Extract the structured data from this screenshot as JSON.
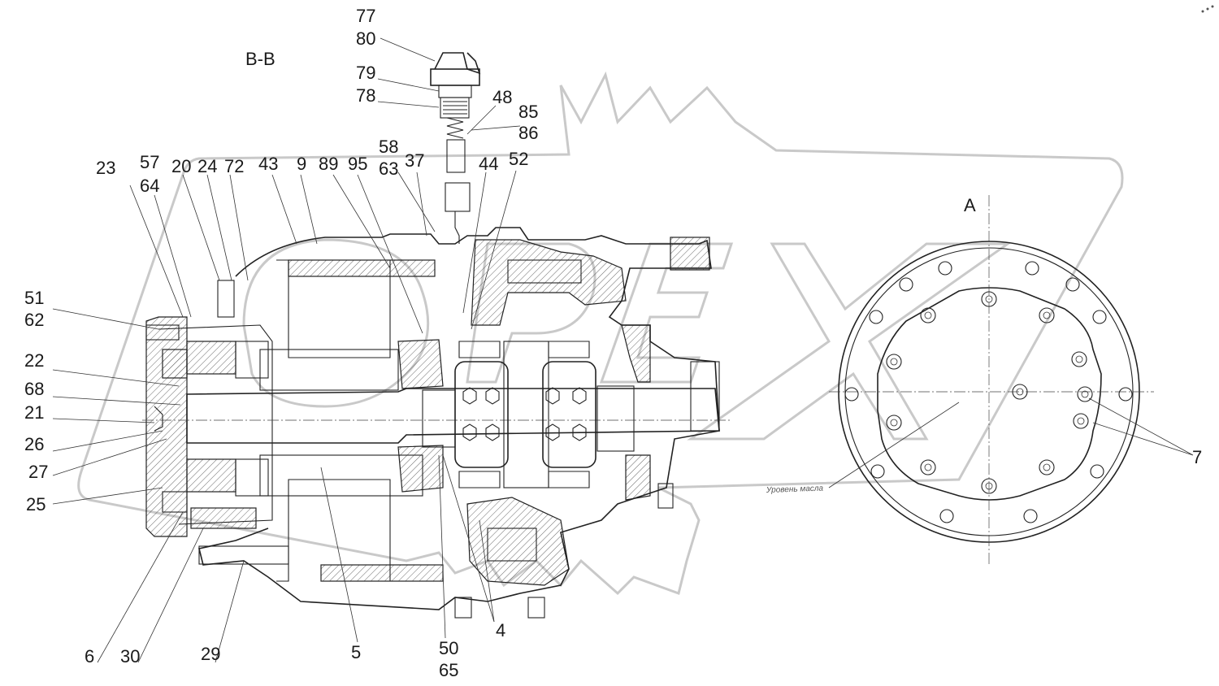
{
  "section_label": "B-B",
  "view_label": "A",
  "oil_level_text": "Уровень масла",
  "watermark_text": "ОРЕХ",
  "callouts": [
    {
      "id": "c77",
      "text": "77"
    },
    {
      "id": "c80",
      "text": "80"
    },
    {
      "id": "c79",
      "text": "79"
    },
    {
      "id": "c78",
      "text": "78"
    },
    {
      "id": "c48",
      "text": "48"
    },
    {
      "id": "c85",
      "text": "85"
    },
    {
      "id": "c86",
      "text": "86"
    },
    {
      "id": "c58",
      "text": "58"
    },
    {
      "id": "c63",
      "text": "63"
    },
    {
      "id": "c37",
      "text": "37"
    },
    {
      "id": "c44",
      "text": "44"
    },
    {
      "id": "c52",
      "text": "52"
    },
    {
      "id": "c23",
      "text": "23"
    },
    {
      "id": "c57",
      "text": "57"
    },
    {
      "id": "c64",
      "text": "64"
    },
    {
      "id": "c20",
      "text": "20"
    },
    {
      "id": "c24",
      "text": "24"
    },
    {
      "id": "c72",
      "text": "72"
    },
    {
      "id": "c43",
      "text": "43"
    },
    {
      "id": "c9",
      "text": "9"
    },
    {
      "id": "c89",
      "text": "89"
    },
    {
      "id": "c95",
      "text": "95"
    },
    {
      "id": "c51",
      "text": "51"
    },
    {
      "id": "c62",
      "text": "62"
    },
    {
      "id": "c22",
      "text": "22"
    },
    {
      "id": "c68",
      "text": "68"
    },
    {
      "id": "c21",
      "text": "21"
    },
    {
      "id": "c26",
      "text": "26"
    },
    {
      "id": "c27",
      "text": "27"
    },
    {
      "id": "c25",
      "text": "25"
    },
    {
      "id": "c6",
      "text": "6"
    },
    {
      "id": "c30",
      "text": "30"
    },
    {
      "id": "c29",
      "text": "29"
    },
    {
      "id": "c5",
      "text": "5"
    },
    {
      "id": "c50",
      "text": "50"
    },
    {
      "id": "c65",
      "text": "65"
    },
    {
      "id": "c4",
      "text": "4"
    },
    {
      "id": "c7",
      "text": "7"
    }
  ]
}
